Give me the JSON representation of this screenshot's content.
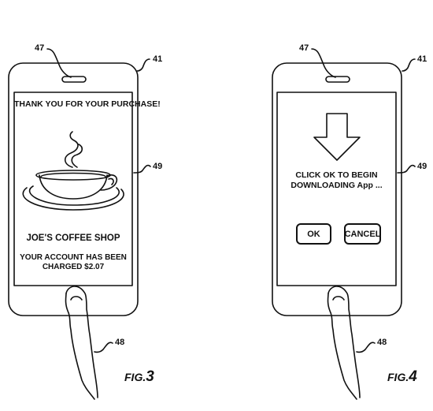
{
  "fig3": {
    "heading": "THANK YOU FOR YOUR PURCHASE!",
    "shop_name": "JOE'S COFFEE SHOP",
    "charge_line1": "YOUR ACCOUNT HAS BEEN",
    "charge_line2": "CHARGED $2.07",
    "fig_prefix": "FIG.",
    "fig_num": "3"
  },
  "fig4": {
    "message_line1": "CLICK OK TO BEGIN",
    "message_line2": "DOWNLOADING App ...",
    "ok_label": "OK",
    "cancel_label": "CANCEL",
    "fig_prefix": "FIG.",
    "fig_num": "4"
  },
  "refs": {
    "speaker": "47",
    "device": "41",
    "screen": "49",
    "finger": "48"
  },
  "icons": {
    "coffee_cup": "coffee-cup-icon",
    "download_arrow": "arrow-down-icon",
    "finger": "finger"
  }
}
